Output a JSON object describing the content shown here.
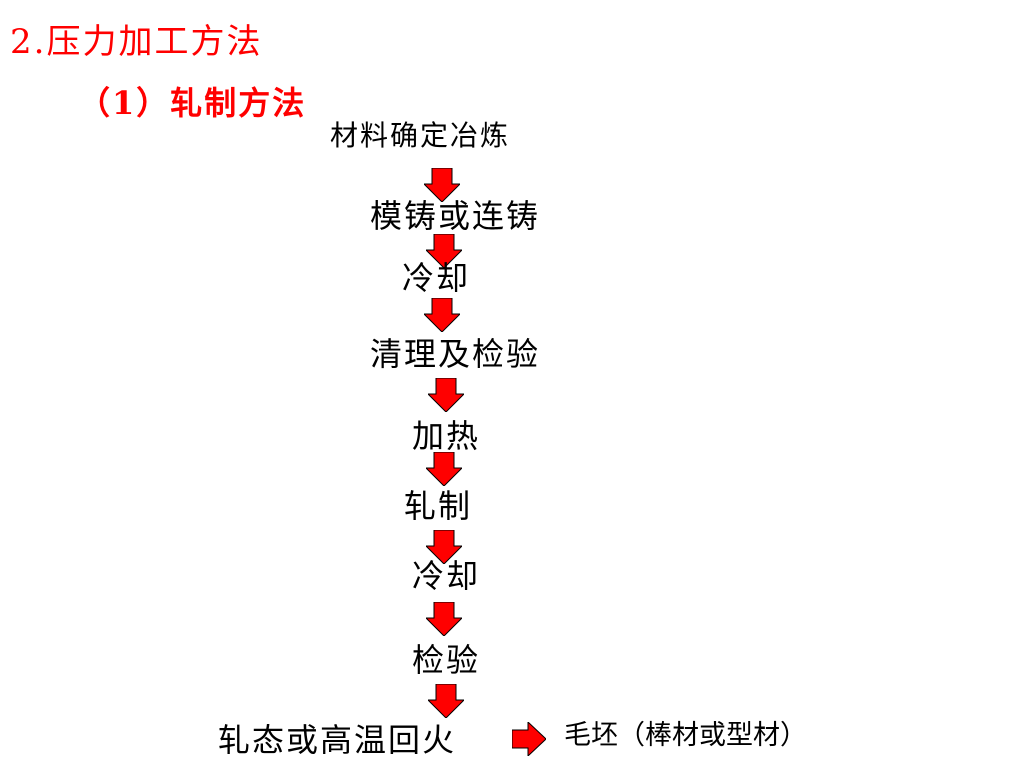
{
  "header": {
    "title": "2.压力加工方法",
    "subtitle": "（1）轧制方法"
  },
  "flow": {
    "steps": [
      "材料确定冶炼",
      "模铸或连铸",
      "冷却",
      "清理及检验",
      "加热",
      "轧制",
      "冷却",
      "检验",
      "轧态或高温回火"
    ],
    "output": "毛坯（棒材或型材）"
  },
  "colors": {
    "title": "#ff0000",
    "arrow_fill": "#ff0000",
    "arrow_stroke": "#000000",
    "text": "#000000"
  }
}
